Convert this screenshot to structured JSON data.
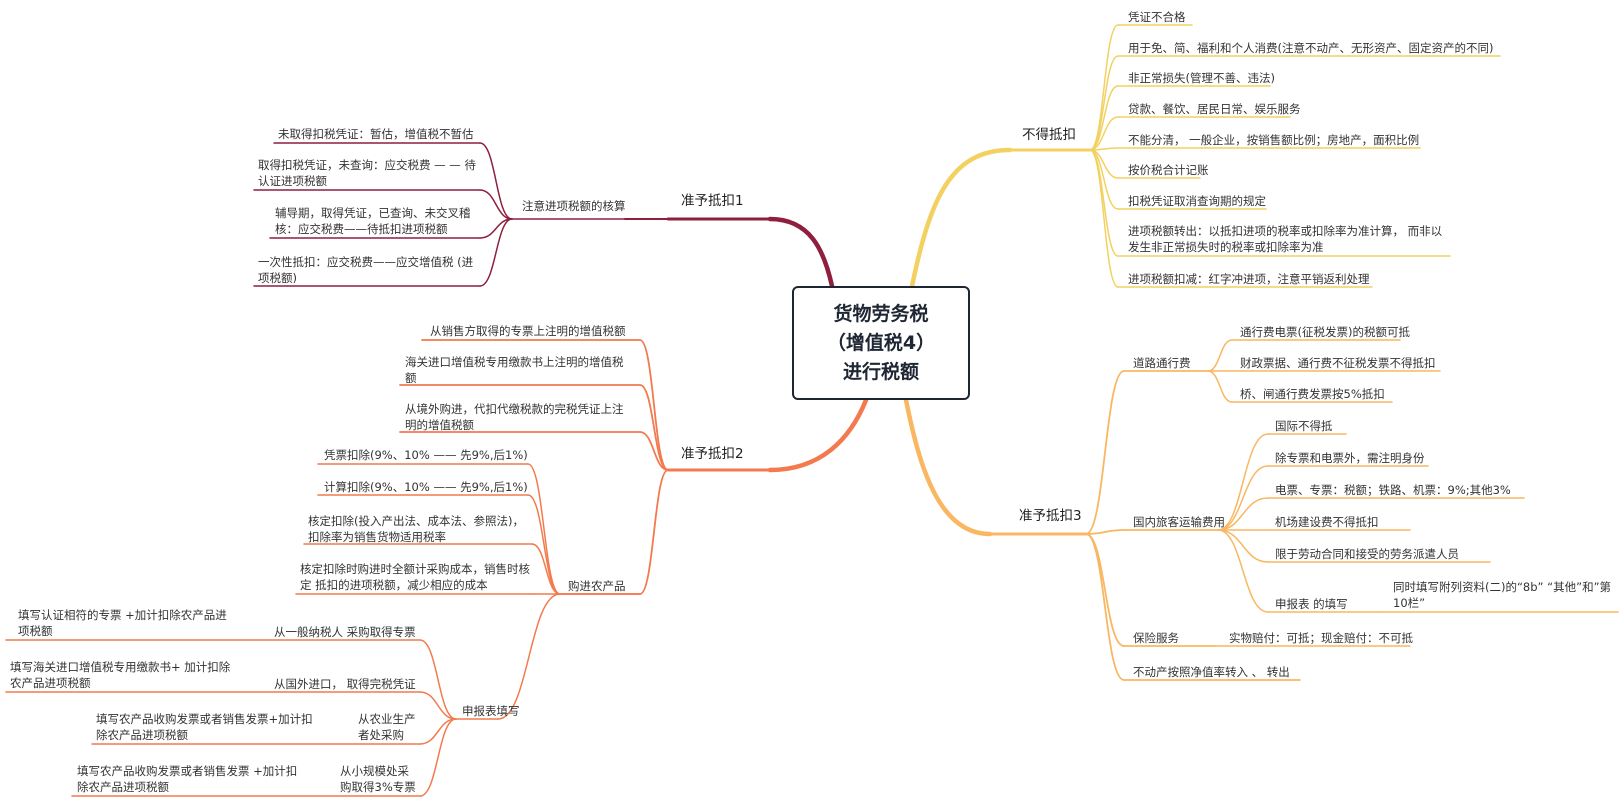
{
  "root": {
    "line1": "货物劳务税",
    "line2": "（增值税4）",
    "line3": "进行税额"
  },
  "colors": {
    "b1": "#8e1f3d",
    "b2": "#f37a4e",
    "b3": "#f9b762",
    "b4": "#f2d160",
    "root_border": "#1f2633"
  },
  "b1": {
    "title": "准予抵扣1",
    "s1": {
      "label": "注意进项税额的核算",
      "items": [
        "未取得扣税凭证：暂估，增值税不暂估",
        "取得扣税凭证，未查询：应交税费 — — 待认证进项税额",
        "辅导期，取得凭证，已查询、未交叉稽核：应交税费——待抵扣进项税额",
        "一次性抵扣：应交税费——应交增值税 (进项税额)"
      ]
    }
  },
  "b2": {
    "title": "准予抵扣2",
    "items": [
      "从销售方取得的专票上注明的增值税额",
      "海关进口增值税专用缴款书上注明的增值税额",
      "从境外购进，代扣代缴税款的完税凭证上注明的增值税额"
    ],
    "farm": {
      "label": "购进农产品",
      "items": [
        "凭票扣除(9%、10% —— 先9%,后1%)",
        "计算扣除(9%、10% —— 先9%,后1%)",
        "核定扣除(投入产出法、成本法、参照法)，扣除率为销售货物适用税率",
        "核定扣除时购进时全额计采购成本，销售时核定 抵扣的进项税额，减少相应的成本"
      ],
      "report": {
        "label": "申报表填写",
        "rows": [
          {
            "source": "从一般纳税人 采购取得专票",
            "fill": "填写认证相符的专票 +加计扣除农产品进项税额"
          },
          {
            "source": "从国外进口， 取得完税凭证",
            "fill": "填写海关进口增值税专用缴款书+ 加计扣除农产品进项税额"
          },
          {
            "source": "从农业生产者处采购",
            "fill": "填写农产品收购发票或者销售发票+加计扣除农产品进项税额"
          },
          {
            "source": "从小规模处采购取得3%专票",
            "fill": "填写农产品收购发票或者销售发票 +加计扣除农产品进项税额"
          }
        ]
      }
    }
  },
  "b3": {
    "title": "准予抵扣3",
    "road": {
      "label": "道路通行费",
      "items": [
        "通行费电票(征税发票)的税额可抵",
        "财政票据、通行费不征税发票不得抵扣",
        "桥、闸通行费发票按5%抵扣"
      ]
    },
    "travel": {
      "label": "国内旅客运输费用",
      "items": [
        "国际不得抵",
        "除专票和电票外，需注明身份",
        "电票、专票：税额；铁路、机票：9%;其他3%",
        "机场建设费不得抵扣",
        "限于劳动合同和接受的劳务派遣人员"
      ],
      "report_label": "申报表 的填写",
      "report_value": "同时填写附列资料(二)的“8b” “其他”和”第10栏”"
    },
    "insurance": {
      "label": "保险服务",
      "value": "实物赔付：可抵；现金赔付：不可抵"
    },
    "property": "不动产按照净值率转入 、 转出"
  },
  "b4": {
    "title": "不得抵扣",
    "items": [
      "凭证不合格",
      "用于免、简、福利和个人消费(注意不动产、无形资产、固定资产的不同)",
      "非正常损失(管理不善、违法)",
      "贷款、餐饮、居民日常、娱乐服务",
      "不能分清， 一般企业，按销售额比例；房地产，面积比例",
      "按价税合计记账",
      "扣税凭证取消查询期的规定",
      "进项税额转出：以抵扣进项的税率或扣除率为准计算， 而非以发生非正常损失时的税率或扣除率为准",
      "进项税额扣减：红字冲进项，注意平销返利处理"
    ]
  }
}
